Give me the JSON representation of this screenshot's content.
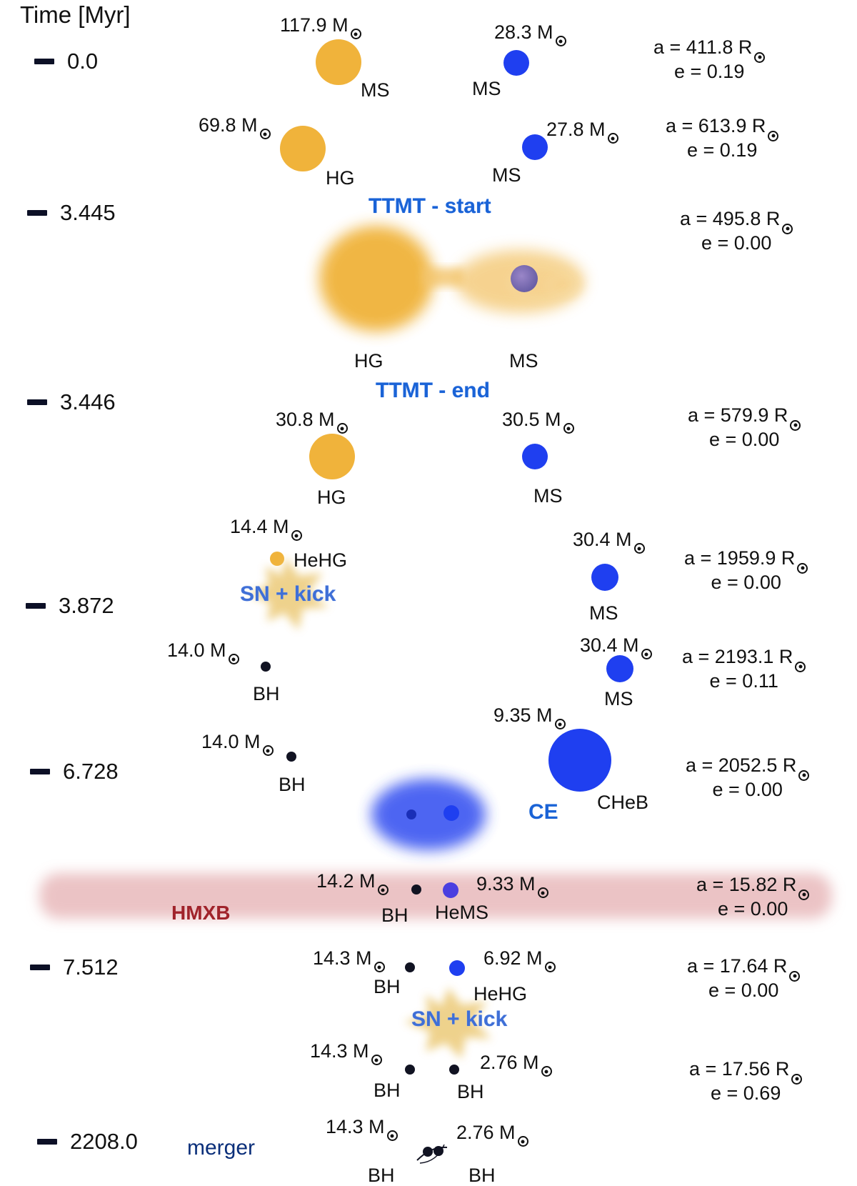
{
  "axis": {
    "title": "Time [Myr]"
  },
  "ticks": [
    "0.0",
    "3.445",
    "3.446",
    "3.872",
    "6.728",
    "7.512",
    "2208.0"
  ],
  "stages": [
    {
      "masses": [
        "117.9 M",
        "28.3 M"
      ],
      "types": [
        "MS",
        "MS"
      ],
      "a": "a = 411.8 R",
      "e": "e = 0.19"
    },
    {
      "masses": [
        "69.8 M",
        "27.8 M"
      ],
      "types": [
        "HG",
        "MS"
      ],
      "a": "a = 613.9 R",
      "e": "e = 0.19"
    },
    {
      "event": "TTMT - start",
      "types": [
        "HG",
        "MS"
      ],
      "a": "a = 495.8 R",
      "e": "e = 0.00"
    },
    {
      "event": "TTMT - end",
      "masses": [
        "30.8 M",
        "30.5 M"
      ],
      "types": [
        "HG",
        "MS"
      ],
      "a": "a = 579.9 R",
      "e": "e = 0.00"
    },
    {
      "masses": [
        "14.4 M",
        "30.4 M"
      ],
      "types": [
        "HeHG",
        "MS"
      ],
      "event": "SN + kick",
      "a": "a = 1959.9 R",
      "e": "e = 0.00"
    },
    {
      "masses": [
        "14.0 M",
        "30.4 M"
      ],
      "types": [
        "BH",
        "MS"
      ],
      "a": "a = 2193.1 R",
      "e": "e = 0.11"
    },
    {
      "masses": [
        "14.0 M",
        "9.35 M"
      ],
      "types": [
        "BH",
        "CHeB"
      ],
      "event": "CE",
      "a": "a = 2052.5 R",
      "e": "e = 0.00"
    },
    {
      "masses": [
        "14.2 M",
        "9.33 M"
      ],
      "types": [
        "BH",
        "HeMS"
      ],
      "band": "HMXB",
      "a": "a = 15.82 R",
      "e": "e = 0.00"
    },
    {
      "masses": [
        "14.3 M",
        "6.92 M"
      ],
      "types": [
        "BH",
        "HeHG"
      ],
      "event": "SN + kick",
      "a": "a = 17.64 R",
      "e": "e = 0.00"
    },
    {
      "masses": [
        "14.3 M",
        "2.76 M"
      ],
      "types": [
        "BH",
        "BH"
      ],
      "a": "a = 17.56 R",
      "e": "e = 0.69"
    },
    {
      "masses": [
        "14.3 M",
        "2.76 M"
      ],
      "types": [
        "BH",
        "BH"
      ],
      "event": "merger"
    }
  ],
  "colors": {
    "primary": "#f0b33b",
    "secondary": "#1f3ff0",
    "black_hole": "#111322",
    "event_text": "#1a63d6",
    "hmxb_band": "#e8b9bb",
    "hmxb_text": "#a0232b",
    "merger_text": "#0b2f7a"
  }
}
